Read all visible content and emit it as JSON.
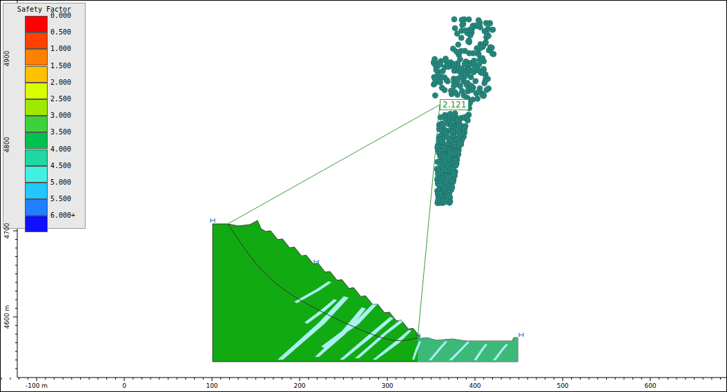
{
  "diagram": {
    "nodes": [
      {
        "text": [
          "2.121"
        ]
      }
    ],
    "labels": [
      "Safety Factor",
      "-100 m",
      "0",
      "100",
      "200",
      "300",
      "400",
      "500",
      "600",
      "4900",
      "4800",
      "4700",
      "4600 m"
    ],
    "legend": [
      {
        "text": "0.000",
        "color": "#ff0000"
      },
      {
        "text": "0.500",
        "color": "#ff4000"
      },
      {
        "text": "1.000",
        "color": "#ff8000"
      },
      {
        "text": "1.500",
        "color": "#ffc000"
      },
      {
        "text": "2.000",
        "color": "#d8ff00"
      },
      {
        "text": "2.500",
        "color": "#a0e800"
      },
      {
        "text": "3.000",
        "color": "#3cd23c"
      },
      {
        "text": "3.500",
        "color": "#00c050"
      },
      {
        "text": "4.000",
        "color": "#20d8a0"
      },
      {
        "text": "4.500",
        "color": "#40f0e0"
      },
      {
        "text": "5.000",
        "color": "#20c8ff"
      },
      {
        "text": "5.500",
        "color": "#2080ff"
      },
      {
        "text": "6.000+",
        "color": "#1010ff"
      }
    ]
  }
}
